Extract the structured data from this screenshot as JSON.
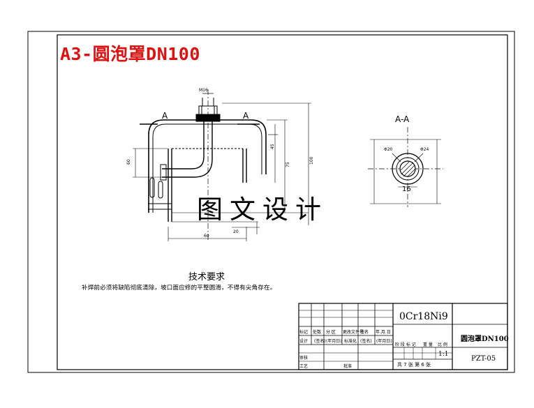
{
  "drawing": {
    "title": "A3-圆泡罩DN100",
    "watermark": "图文设计",
    "section_label": "A-A",
    "view_labels": [
      "A",
      "A"
    ],
    "tech_title": "技术要求",
    "tech_note": "补焊前必须将缺陷彻底清除，坡口面应修的平整圆滑，不得有尖角存在。"
  },
  "dimensions": {
    "top_width": "M16",
    "height_dim1": "60",
    "height_dim2": "45",
    "height_dim3": "75",
    "height_dim4": "100",
    "bottom_width": "60",
    "slot_dim": "20",
    "section_d1": "Φ20",
    "section_d2": "Φ24",
    "section_width": "16"
  },
  "title_block": {
    "material": "0Cr18Ni9",
    "part_name": "圆泡罩DN100",
    "drawing_number": "PZT-05",
    "scale": "1:1",
    "sheet_info": "共 7 张    第 6 张",
    "row_labels": [
      "标记",
      "处数",
      "分 区",
      "更改文件号",
      "签名",
      "年.月.日"
    ],
    "row_labels2": [
      "设计",
      "(签名)",
      "(年月日)",
      "标准化",
      "(签名)",
      "(年月日)"
    ],
    "row_labels3": [
      "审核",
      "工艺",
      "批准"
    ],
    "stage_labels": [
      "阶 段 标 记",
      "重 量",
      "比 例"
    ]
  }
}
